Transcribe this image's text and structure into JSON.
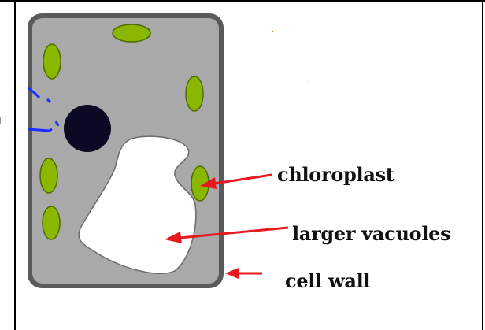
{
  "diagram": {
    "labels": {
      "chloroplast": "chloroplast",
      "vacuole": "larger vacuoles",
      "cell_wall": "cell wall"
    },
    "colors": {
      "cytoplasm": "#a9a9a9",
      "cell_wall": "#5a5a5a",
      "chloroplast_fill": "#8ab800",
      "chloroplast_outline": "#4e6a00",
      "nucleus": "#0a0a24",
      "vacuole": "#ffffff",
      "arrow": "#e8191c",
      "table_border": "#000000"
    }
  }
}
